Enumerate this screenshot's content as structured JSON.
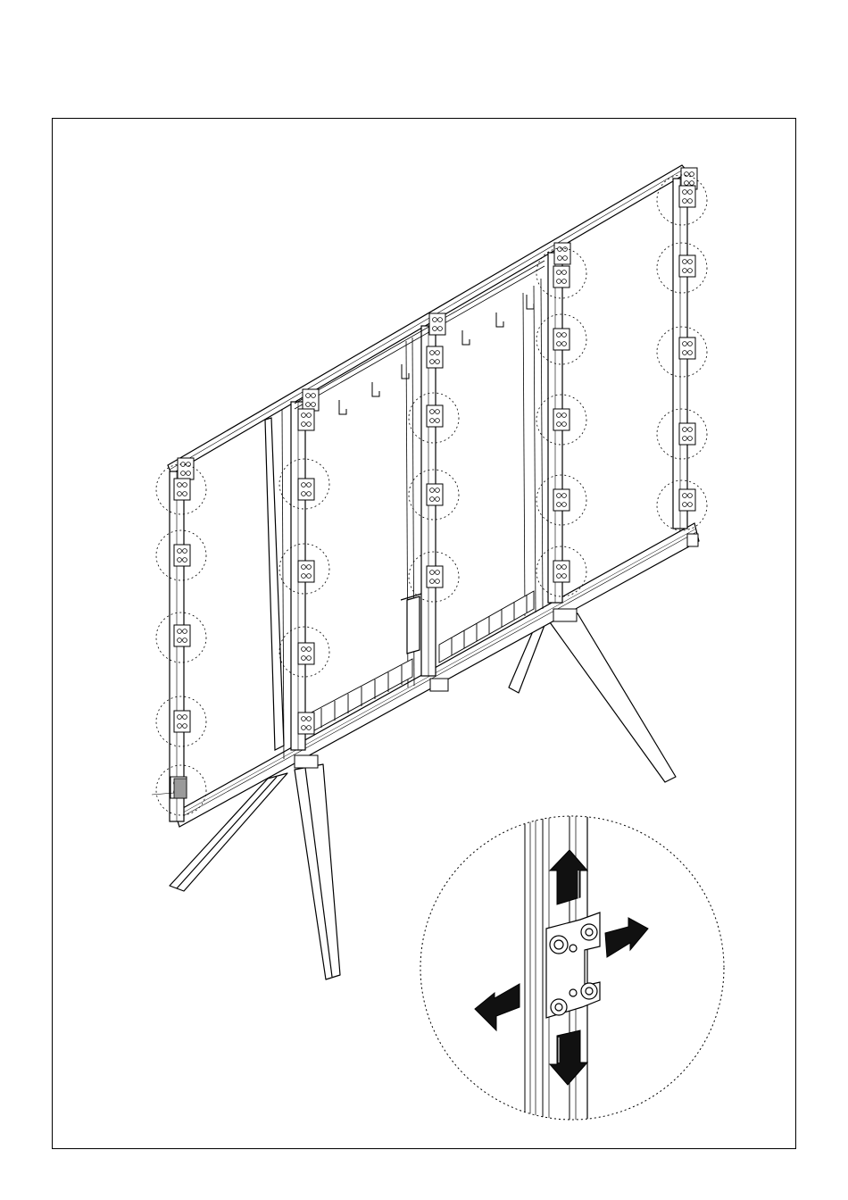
{
  "figure": {
    "subject": "video-wall-mount-frame-on-stand",
    "detail": "bracket-adjustment-closeup",
    "colors": {
      "line": "#000000",
      "fill": "#ffffff",
      "arrow": "#111111",
      "shade": "#9a9a9a"
    },
    "arrows": [
      {
        "name": "arrow-up-icon",
        "direction": "up"
      },
      {
        "name": "arrow-down-icon",
        "direction": "down"
      },
      {
        "name": "arrow-right-icon",
        "direction": "right"
      },
      {
        "name": "arrow-left-icon",
        "direction": "left"
      }
    ]
  }
}
